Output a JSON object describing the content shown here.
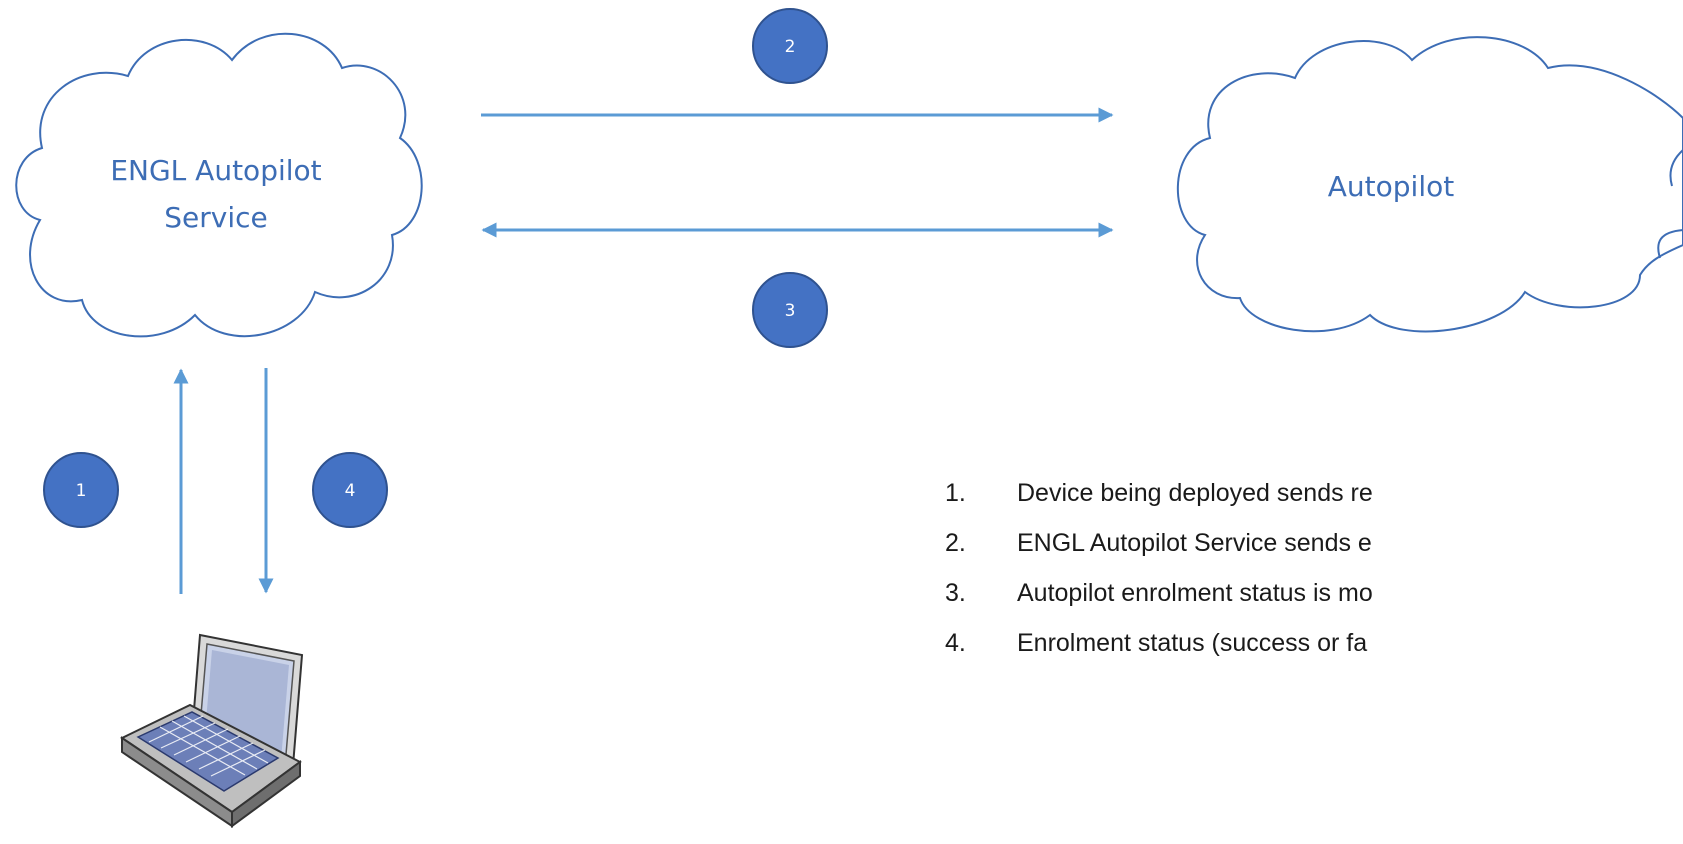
{
  "nodes": {
    "service_cloud": {
      "label_lines": [
        "ENGL Autopilot",
        "Service"
      ]
    },
    "autopilot_cloud": {
      "label": "Autopilot"
    },
    "device": {
      "icon": "laptop-icon"
    }
  },
  "badges": [
    {
      "number": "1"
    },
    {
      "number": "2"
    },
    {
      "number": "3"
    },
    {
      "number": "4"
    }
  ],
  "steps": [
    {
      "number": "1.",
      "text": "Device being deployed sends re"
    },
    {
      "number": "2.",
      "text": "ENGL Autopilot Service sends e"
    },
    {
      "number": "3.",
      "text": "Autopilot enrolment status is mo"
    },
    {
      "number": "4.",
      "text": "Enrolment status (success or fa"
    }
  ],
  "colors": {
    "cloud_stroke": "#3d6db5",
    "cloud_fill": "#ffffff",
    "arrow": "#5b9bd5",
    "badge_fill": "#4472c4",
    "badge_stroke": "#2f528f",
    "label_text": "#3d6db5"
  }
}
